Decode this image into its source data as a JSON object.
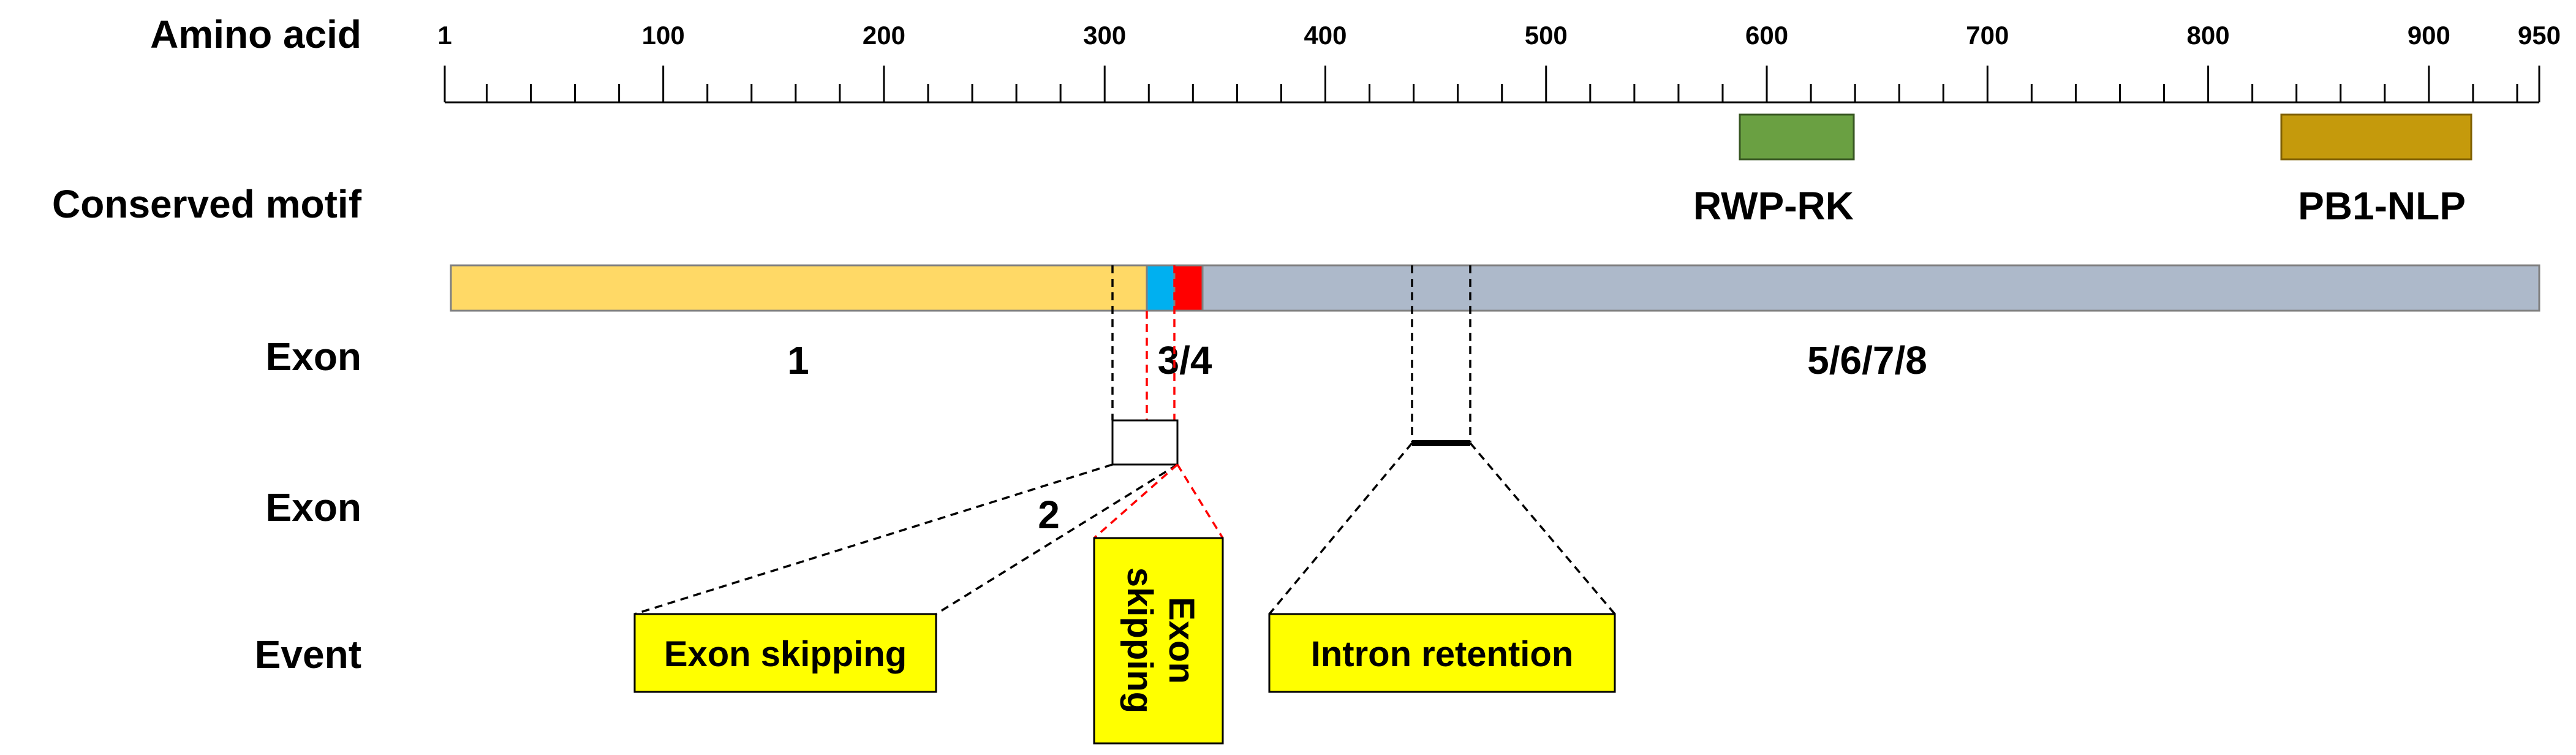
{
  "row_labels": {
    "amino_acid": "Amino acid",
    "conserved_motif": "Conserved motif",
    "exon_top": "Exon",
    "exon_bottom": "Exon",
    "event": "Event"
  },
  "axis": {
    "min": 1,
    "max": 950,
    "tick_labels": [
      "1",
      "100",
      "200",
      "300",
      "400",
      "500",
      "600",
      "700",
      "800",
      "900",
      "950"
    ],
    "tick_values": [
      1,
      100,
      200,
      300,
      400,
      500,
      600,
      700,
      800,
      900,
      950
    ],
    "minor_tick_step": 20,
    "major_tick_step": 100
  },
  "motifs": [
    {
      "name": "RWP-RK",
      "start": 590,
      "end": 642,
      "color": "#6aa042"
    },
    {
      "name": "PB1-NLP",
      "start": 833,
      "end": 920,
      "color": "#c59a0c"
    }
  ],
  "exons": [
    {
      "label": "1",
      "start": 1,
      "end": 318,
      "color": "#ffd966"
    },
    {
      "label": "",
      "start": 318,
      "end": 331,
      "color": "#00b0f0"
    },
    {
      "label": "",
      "start": 331,
      "end": 344,
      "color": "#ff0000"
    },
    {
      "label": "5/6/7/8",
      "start": 344,
      "end": 950,
      "color": "#adb9ca"
    }
  ],
  "exon_group_label": "3/4",
  "exon2_label": "2",
  "events": [
    {
      "text": "Exon skipping",
      "color": "#ffff00"
    },
    {
      "text_line1": "Exon",
      "text_line2": "skipping",
      "color": "#ffff00"
    },
    {
      "text": "Intron retention",
      "color": "#ffff00"
    }
  ]
}
